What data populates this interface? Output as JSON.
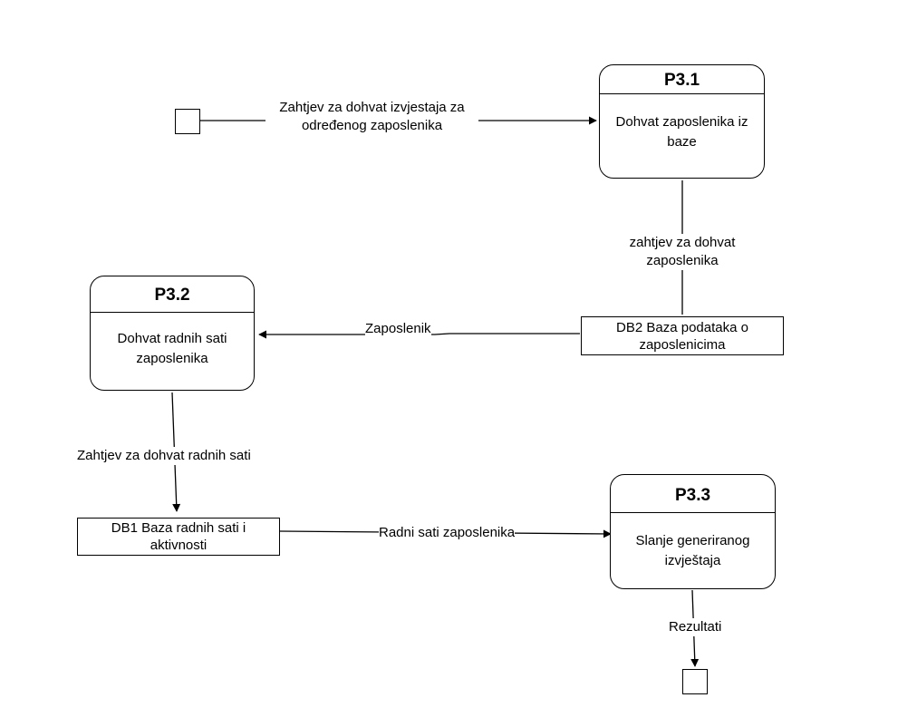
{
  "processes": {
    "p31": {
      "id": "P3.1",
      "name": "Dohvat zaposlenika iz baze"
    },
    "p32": {
      "id": "P3.2",
      "name": "Dohvat radnih sati zaposlenika"
    },
    "p33": {
      "id": "P3.3",
      "name": "Slanje generiranog izvještaja"
    }
  },
  "stores": {
    "db2": "DB2 Baza podataka o zaposlenicima",
    "db1": "DB1 Baza radnih sati i aktivnosti"
  },
  "flows": {
    "request_report": "Zahtjev za dohvat izvjestaja za određenog zaposlenika",
    "request_employee": "zahtjev za dohvat zaposlenika",
    "employee": "Zaposlenik",
    "request_hours": "Zahtjev za dohvat radnih sati",
    "hours": "Radni sati zaposlenika",
    "results": "Rezultati"
  }
}
